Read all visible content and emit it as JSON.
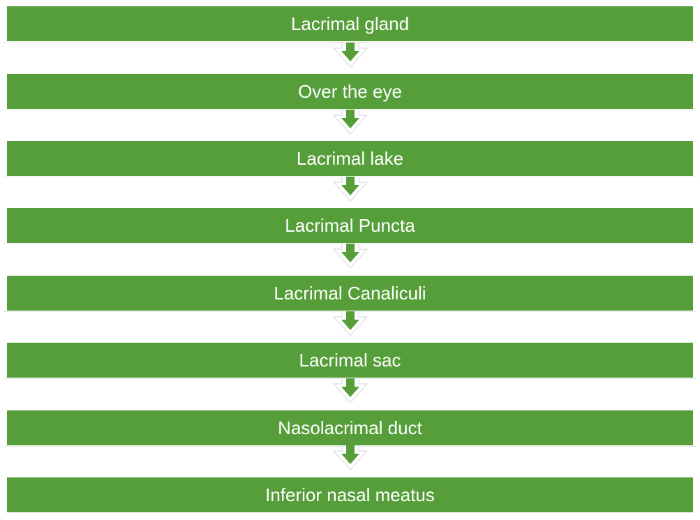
{
  "steps": [
    {
      "label": "Lacrimal gland"
    },
    {
      "label": "Over the eye"
    },
    {
      "label": "Lacrimal lake"
    },
    {
      "label": "Lacrimal Puncta"
    },
    {
      "label": "Lacrimal Canaliculi"
    },
    {
      "label": "Lacrimal sac"
    },
    {
      "label": "Nasolacrimal duct"
    },
    {
      "label": "Inferior nasal meatus"
    }
  ],
  "colors": {
    "box_fill": "#559e3a",
    "box_text": "#ffffff",
    "arrow_fill": "#559e3a",
    "arrow_outline": "#e2e4e1",
    "background": "#ffffff"
  },
  "icons": {
    "connector": "down-arrow-icon"
  }
}
